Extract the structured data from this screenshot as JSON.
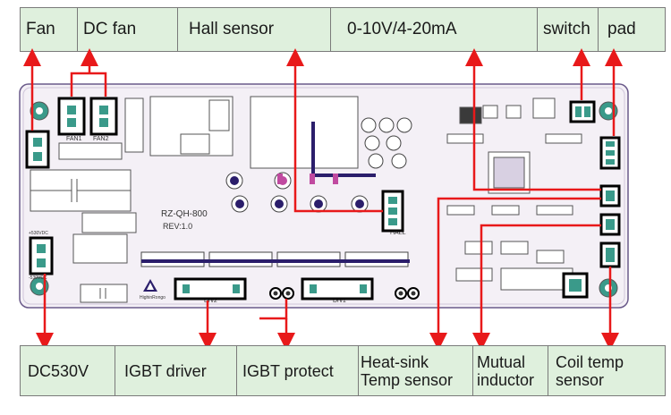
{
  "top_labels": [
    {
      "label": "Fan"
    },
    {
      "label": "DC fan"
    },
    {
      "label": "Hall sensor"
    },
    {
      "label": "0-10V/4-20mA"
    },
    {
      "label": "switch"
    },
    {
      "label": "pad"
    }
  ],
  "bottom_labels": [
    {
      "label": "DC530V"
    },
    {
      "label": "IGBT driver"
    },
    {
      "label": "IGBT protect"
    },
    {
      "line1": "Heat-sink",
      "line2": "Temp sensor"
    },
    {
      "line1": "Mutual",
      "line2": "inductor"
    },
    {
      "line1": "Coil temp",
      "line2": "sensor"
    }
  ],
  "board": {
    "model": "RZ-QH-800",
    "rev": "REV:1.0",
    "fan1": "FAN1",
    "fan2": "FAN2",
    "hall": "HALL",
    "driver1": "Drv1",
    "driver2": "Drv2",
    "brand": "HighinRongo",
    "vcc_plus": "+530VDC",
    "vcc_minus": "-530VDC"
  },
  "colors": {
    "label_bg": "#dff0dd",
    "arrow": "#e8191a",
    "board": "#f4f0f6",
    "trace": "#2b1e6b",
    "highlight_box": "#000000"
  }
}
